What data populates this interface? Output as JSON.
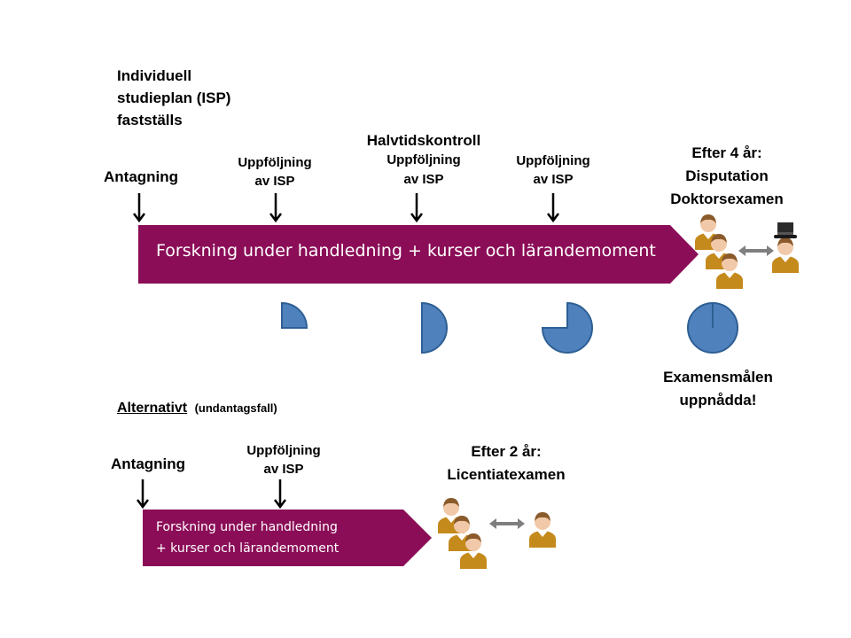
{
  "main": {
    "isp_note": [
      "Individuell",
      "studieplan  (ISP)",
      "fastställs"
    ],
    "start_label": "Antagning",
    "followup_1": [
      "Uppföljning",
      "av ISP"
    ],
    "halftime_title": "Halvtidskontroll",
    "followup_2": [
      "Uppföljning",
      "av ISP"
    ],
    "followup_3": [
      "Uppföljning",
      "av ISP"
    ],
    "end_label": [
      "Efter 4 år:",
      "Disputation",
      "Doktorsexamen"
    ],
    "banner_text": "Forskning under handledning + kurser och lärandemoment",
    "progress_fractions": [
      0.25,
      0.5,
      0.75,
      1.0
    ],
    "goal_label": [
      "Examensmålen",
      "uppnådda!"
    ]
  },
  "alternative": {
    "title": "Alternativt",
    "subtitle": "(undantagsfall)",
    "start_label": "Antagning",
    "followup": [
      "Uppföljning",
      "av ISP"
    ],
    "end_label": [
      "Efter 2 år:",
      "Licentiatexamen"
    ],
    "banner_text": [
      "Forskning under handledning",
      "+ kurser och lärandemoment"
    ]
  },
  "colors": {
    "banner": "#8b0d57",
    "pie": "#4f81bd",
    "pie_stroke": "#2e5f94",
    "connector_arrow": "#7f7f7f"
  },
  "icons": [
    "down-arrow-icon",
    "person-icon",
    "top-hat-person-icon",
    "double-arrow-icon",
    "progress-pie-icon"
  ]
}
